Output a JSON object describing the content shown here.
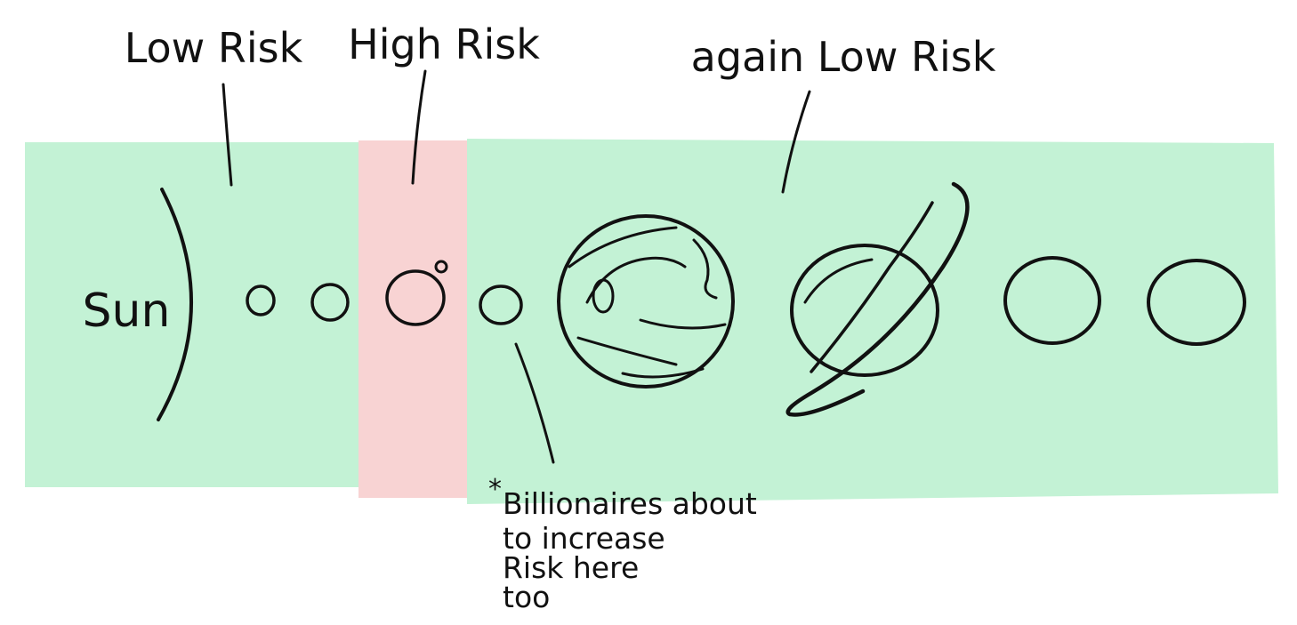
{
  "labels": {
    "low_risk": "Low Risk",
    "high_risk": "High Risk",
    "again_low_risk": "again Low Risk",
    "sun": "Sun"
  },
  "note": {
    "asterisk": "*",
    "line1": "Billionaires about",
    "line2": "to increase",
    "line3": "Risk here",
    "line4": "too"
  },
  "colors": {
    "low_risk_zone": "#c3f2d5",
    "high_risk_zone": "#f8d3d3",
    "ink": "#111111"
  }
}
